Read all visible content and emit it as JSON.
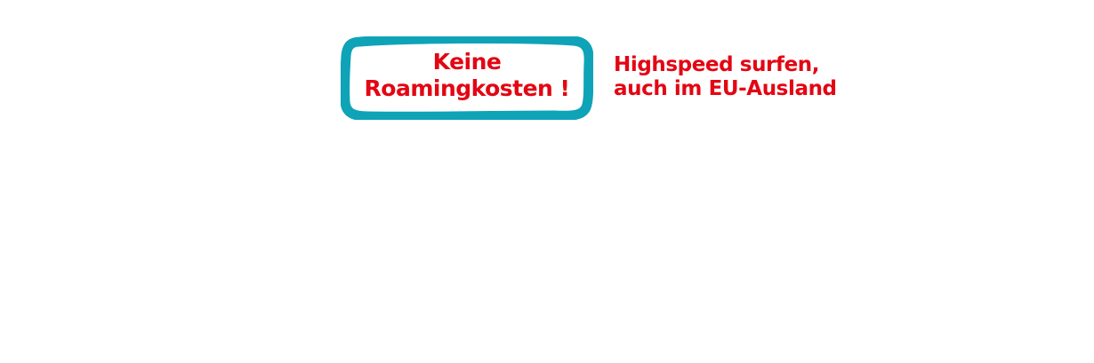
{
  "badge": {
    "line1": "Keine",
    "line2": "Roamingkosten !",
    "frame_color": "#0fa3b8",
    "text_color": "#e30613"
  },
  "tagline": {
    "line1": "Highspeed surfen,",
    "line2": "auch im EU-Ausland",
    "color": "#e30613"
  },
  "icons": {
    "badge_frame": "hand-drawn-rounded-frame-icon"
  }
}
